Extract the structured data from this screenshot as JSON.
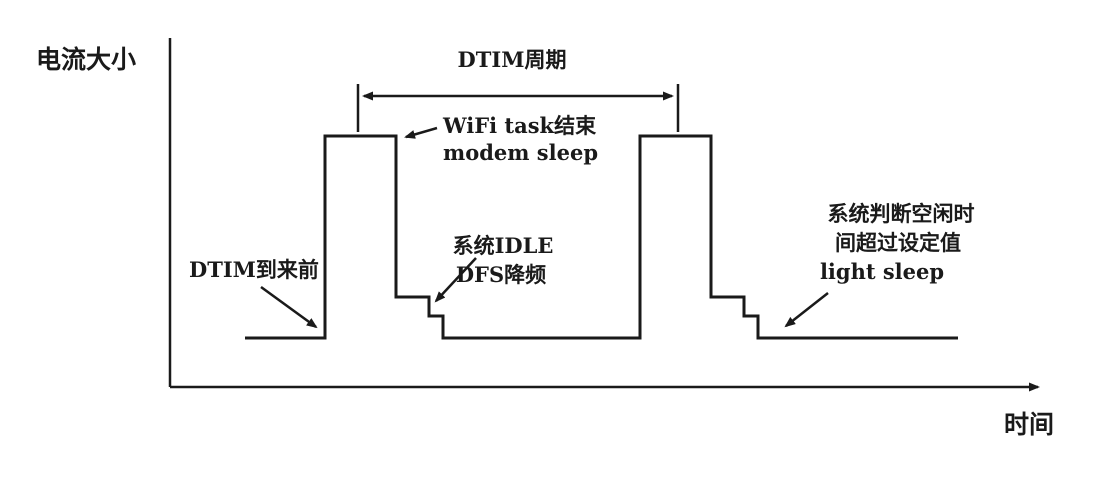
{
  "diagram": {
    "y_axis_label": "电流大小",
    "x_axis_label": "时间",
    "dtim_cycle_label": "DTIM周期",
    "wifi_task_label": {
      "line1": "WiFi task结束",
      "line2": "modem sleep"
    },
    "idle_label": {
      "line1": "系统IDLE",
      "line2": "DFS降频"
    },
    "dtim_before_label": "DTIM到来前",
    "light_sleep_label": {
      "line1": "系统判断空闲时",
      "line2": "间超过设定值",
      "line3": "light sleep"
    },
    "colors": {
      "line": "#1a1a1a",
      "background": "#ffffff"
    }
  }
}
